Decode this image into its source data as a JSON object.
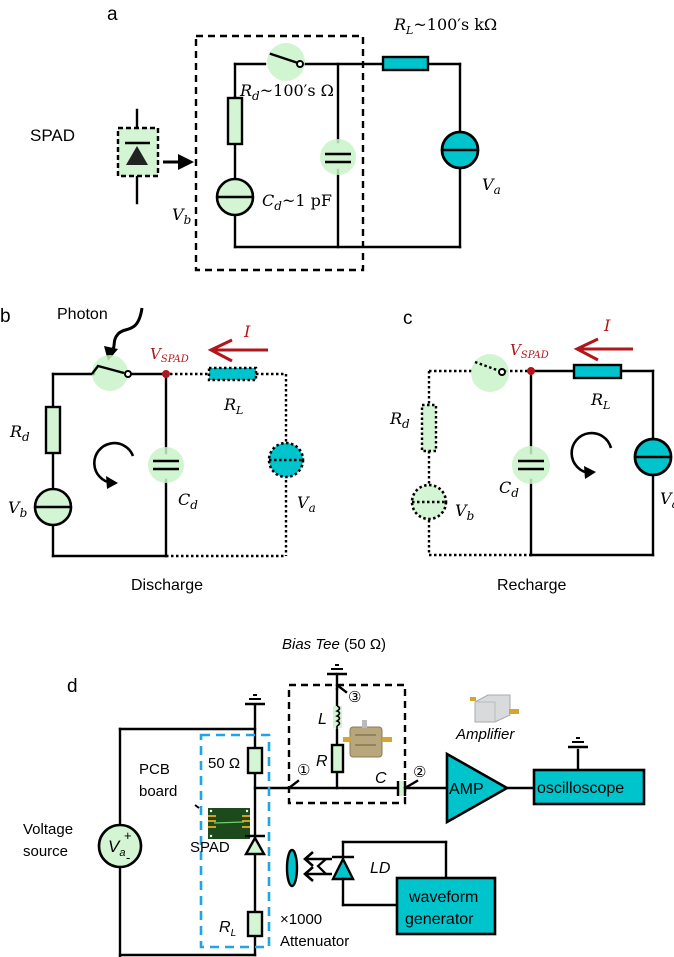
{
  "panels": {
    "a": {
      "label": "a",
      "spad_label": "SPAD",
      "rl_label": "R",
      "rl_sub": "L",
      "rl_value": "~100′s kΩ",
      "rd_label": "R",
      "rd_sub": "d",
      "rd_value": "~100′s Ω",
      "cd_label": "C",
      "cd_sub": "d",
      "cd_value": "~1 pF",
      "vb_label": "V",
      "vb_sub": "b",
      "va_label": "V",
      "va_sub": "a"
    },
    "b": {
      "label": "b",
      "photon_label": "Photon",
      "vspad_label": "V",
      "vspad_sub": "SPAD",
      "current_label": "I",
      "rl_label": "R",
      "rl_sub": "L",
      "rd_label": "R",
      "rd_sub": "d",
      "cd_label": "C",
      "cd_sub": "d",
      "vb_label": "V",
      "vb_sub": "b",
      "va_label": "V",
      "va_sub": "a",
      "caption": "Discharge"
    },
    "c": {
      "label": "c",
      "vspad_label": "V",
      "vspad_sub": "SPAD",
      "current_label": "I",
      "rl_label": "R",
      "rl_sub": "L",
      "rd_label": "R",
      "rd_sub": "d",
      "cd_label": "C",
      "cd_sub": "d",
      "vb_label": "V",
      "vb_sub": "b",
      "va_label": "V",
      "va_sub": "a",
      "caption": "Recharge"
    },
    "d": {
      "label": "d",
      "bias_tee_label": "Bias Tee",
      "bias_tee_value": "(50 Ω)",
      "port1": "①",
      "port2": "②",
      "port3": "③",
      "l_label": "L",
      "r_label": "R",
      "c_label": "C",
      "amplifier_label": "Amplifier",
      "amp_box_label": "AMP",
      "oscilloscope_label": "oscilloscope",
      "pcb_label_line1": "PCB",
      "pcb_label_line2": "board",
      "resistor_50_label": "50 Ω",
      "voltage_source_line1": "Voltage",
      "voltage_source_line2": "source",
      "va_label": "V",
      "va_sub": "a",
      "plus": "+",
      "minus": "-",
      "spad_label": "SPAD",
      "rl_label": "R",
      "rl_sub": "L",
      "ld_label": "LD",
      "attenuator_line1": "×1000",
      "attenuator_line2": "Attenuator",
      "waveform_line1": "waveform",
      "waveform_line2": "generator"
    }
  },
  "colors": {
    "teal": "#00c4cc",
    "light_green": "#d3f5d3",
    "dark_red": "#b0161b",
    "pcb_blue": "#1ea4e9"
  }
}
